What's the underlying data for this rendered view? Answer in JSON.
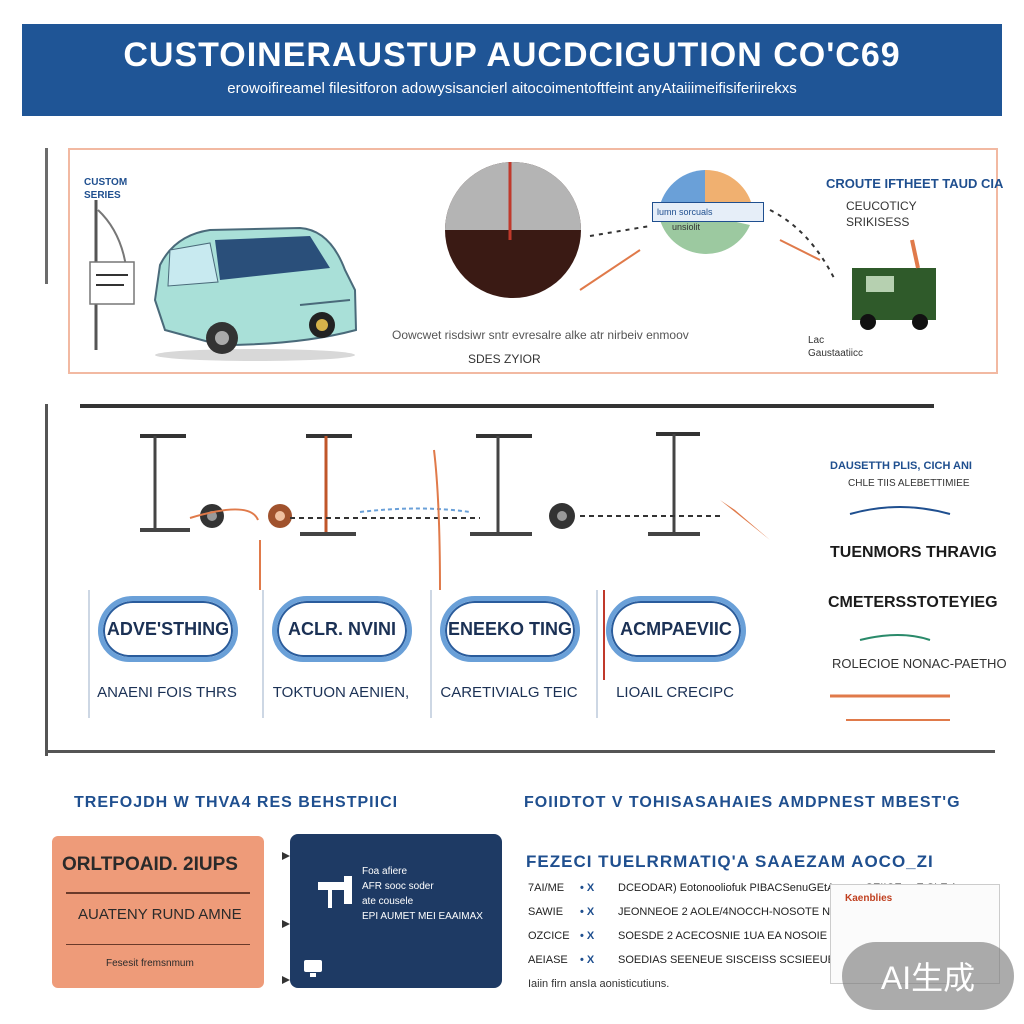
{
  "header": {
    "title": "CUSTOINERAUSTUP AUCDCIGUTION CO'C69",
    "subtitle": "erowoifireamel filesitforon adowysisancierl aitocoimentoftfeint anyAtaiiimeifisiferiirekxs"
  },
  "panel1": {
    "left_label": "CUSTOM SERIES",
    "caption": "Oowcwet risdsiwr sntr evresalre alke atr nirbeiv enmoov",
    "subcaption": "SDES ZYIOR",
    "tag_text": "lumn sorcuals",
    "tag_sub": "unsiolit",
    "right_title": "CROUTE IFTHEET TAUD CIA",
    "right_sub": "CEUCOTICY SRIKISESS",
    "right_caption": "Lac Gaustaatiicc",
    "pie_colors": [
      "#b4b4b4",
      "#3a1a14",
      "#c0392b"
    ]
  },
  "panel2": {
    "cards": [
      {
        "badge": "ADVE'STHING",
        "label": "ANAENI FOIS THRS"
      },
      {
        "badge": "ACLR. NVINI",
        "label": "TOKTUON AENIEN,"
      },
      {
        "badge": "ENEEKO TING",
        "label": "CARETIVIALG TEIC"
      },
      {
        "badge": "ACMPAEVIIC",
        "label": "LIOAIL CRECIPC"
      }
    ],
    "right": {
      "line1": "DAUSETTH PLIS, CICH ANI",
      "line2": "CHLE TIIS ALEBETTIMIEE",
      "heading1": "TUENMORS THRAVIG",
      "heading2": "CMETERSSTOTEYIEG",
      "line3": "ROLECIOE NONAC-PAETHO"
    }
  },
  "bottom": {
    "left_heading": "TREFOJDH W THVA4 RES BEHSTPIICI",
    "right_heading": "FOIIDTOT V TOHISASAHAIES AMDPNEST MBEST'G",
    "orange_card": {
      "title": "ORLTPOAID. 2IUPS",
      "subtitle": "AUATENY RUND AMNE",
      "footer": "Fesesit fremsnmum"
    },
    "navy_card": {
      "lines": [
        "Foa afiere",
        "AFR sooc soder",
        "ate cousele",
        "EPI AUMET MEI EAAIMAX"
      ]
    },
    "table_heading": "FEZECI TUELRRMATIQ'A SAAEZAM AOCO_ZI",
    "rows": [
      {
        "code": "7AI/ME",
        "mark": "•  X",
        "text": "DCEODAR) Eotonooliofuk PIBACSenuGEtAnooor SEIICE soE SLE Aoses"
      },
      {
        "code": "SAWIE",
        "mark": "•  X",
        "text": "JEONNEOE 2 AOLE/4NOCCH-NOSOTE NMAEI(AWE)"
      },
      {
        "code": "OZCICE",
        "mark": "•  X",
        "text": "SOESDE 2 ACECOSNIE 1UA EA NOSOIE SELIINEOI"
      },
      {
        "code": "AEIASE",
        "mark": "•  X",
        "text": "SOEDIAS  SEENEUE SISCEISS SCSIEEUE"
      }
    ],
    "footnote": "Iaiin firn ansIa aonisticutiuns.",
    "side_box_title": "Kaenblies"
  },
  "watermark": "AI生成"
}
